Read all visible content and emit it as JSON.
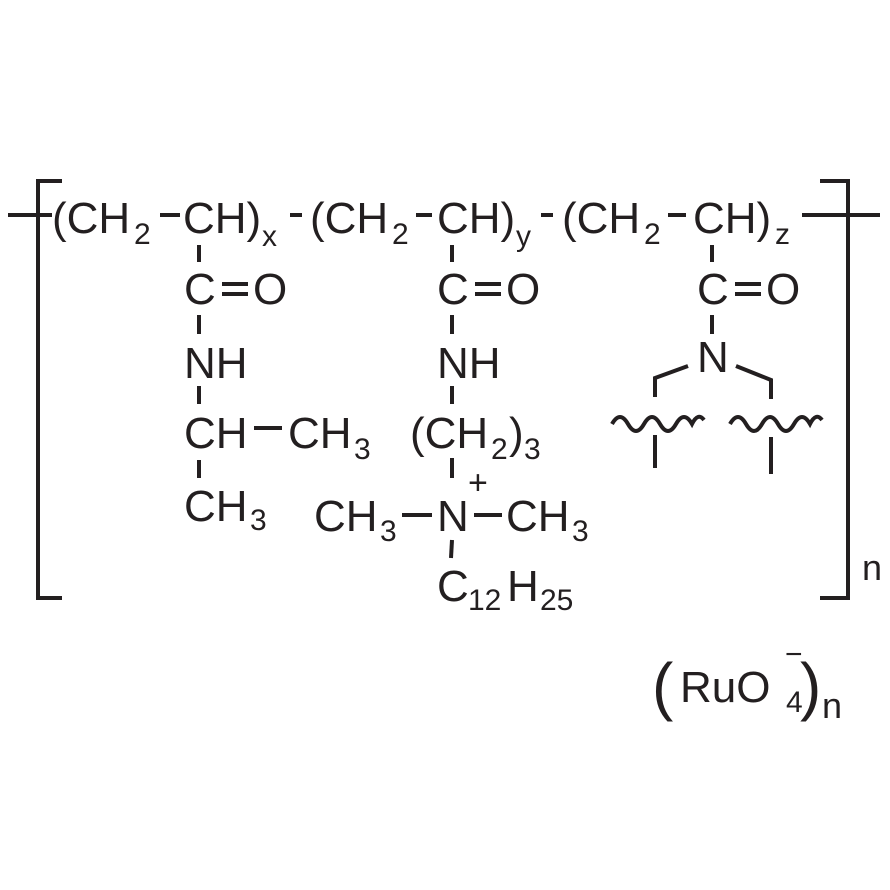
{
  "structure": {
    "backbone": {
      "u1": {
        "open": "(CH",
        "sub": "2",
        "ch": "CH)",
        "index": "x"
      },
      "u2": {
        "open": "(CH",
        "sub": "2",
        "ch": "CH)",
        "index": "y"
      },
      "u3": {
        "open": "(CH",
        "sub": "2",
        "ch": "CH)",
        "index": "z"
      }
    },
    "col1": {
      "co_c": "C",
      "co_o": "O",
      "nh": "NH",
      "ch": "CH",
      "ch3": "CH",
      "ch3_sub": "3",
      "ch3b": "CH",
      "ch3b_sub": "3"
    },
    "col2": {
      "co_c": "C",
      "co_o": "O",
      "nh": "NH",
      "chain_open": "(CH",
      "chain_sub": "2",
      "chain_close": ")",
      "chain_n": "3",
      "charge": "+",
      "n": "N",
      "me_left": "CH",
      "me_left_sub": "3",
      "me_right": "CH",
      "me_right_sub": "3",
      "alkyl_c": "C",
      "alkyl_c_sub": "12",
      "alkyl_h": "H",
      "alkyl_h_sub": "25"
    },
    "col3": {
      "co_c": "C",
      "co_o": "O",
      "n": "N"
    },
    "repeat": "n",
    "counterion": {
      "open": "(",
      "formula": "RuO",
      "sub": "4",
      "charge": "−",
      "close": ")",
      "repeat": "n"
    }
  }
}
